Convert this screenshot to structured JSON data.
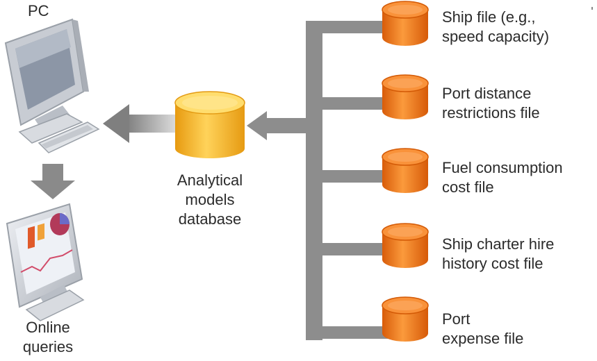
{
  "pc_label": "PC",
  "online_label": [
    "Online",
    "queries"
  ],
  "database_label": [
    "Analytical",
    "models",
    "database"
  ],
  "source_files": [
    {
      "lines": [
        "Ship file (e.g.,",
        "speed capacity)"
      ]
    },
    {
      "lines": [
        "Port distance",
        "restrictions file"
      ]
    },
    {
      "lines": [
        "Fuel consumption",
        "cost file"
      ]
    },
    {
      "lines": [
        "Ship charter hire",
        "history cost file"
      ]
    },
    {
      "lines": [
        "Port",
        "expense file"
      ]
    }
  ],
  "colors": {
    "source_cylinder": "#f07a1e",
    "database_cylinder": "#f5b323",
    "connector": "#8d8d8d",
    "monitor": "#cfd2d8"
  },
  "icons": [
    "pc-monitor-icon",
    "online-query-monitor-icon",
    "database-cylinder-icon",
    "file-cylinder-icon",
    "down-arrow-icon",
    "left-arrow-icon"
  ]
}
